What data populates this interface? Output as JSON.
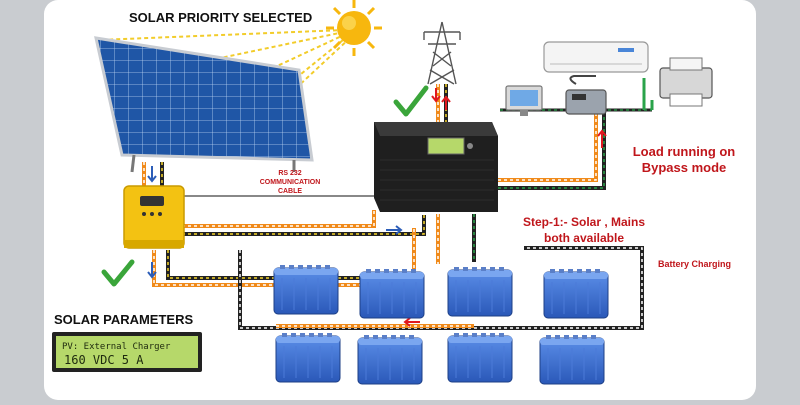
{
  "title": "SOLAR PRIORITY SELECTED",
  "rs232_label": [
    "RS 232",
    "COMMUNICATION",
    "CABLE"
  ],
  "load_label": [
    "Load running on",
    "Bypass mode"
  ],
  "step_label": [
    "Step-1:- Solar , Mains",
    "both available"
  ],
  "battery_label": "Battery Charging",
  "solar_params": {
    "heading": "SOLAR PARAMETERS",
    "line1": "PV: External Charger",
    "line2": "160 VDC  5 A"
  },
  "colors": {
    "background": "#c9ccd0",
    "card": "#ffffff",
    "label_red": "#c0161b",
    "dark_text": "#111111",
    "battery_blue": "#3a6fd0",
    "charger_yellow": "#f3c212",
    "panel_blue": "#1e4f9a",
    "sun": "#f7b70e",
    "check_green": "#3aa53a",
    "wire_orange": "#f08a1a",
    "wire_yellow": "#f6d52a",
    "wire_green": "#2aa34a",
    "lcd_green": "#b6d86a"
  },
  "icons": [
    "sun-icon",
    "solar-panel-icon",
    "transmission-tower-icon",
    "inverter-icon",
    "charge-controller-icon",
    "air-conditioner-icon",
    "printer-icon",
    "fax-icon",
    "computer-icon",
    "battery-icon",
    "check-icon",
    "arrow-icon"
  ]
}
